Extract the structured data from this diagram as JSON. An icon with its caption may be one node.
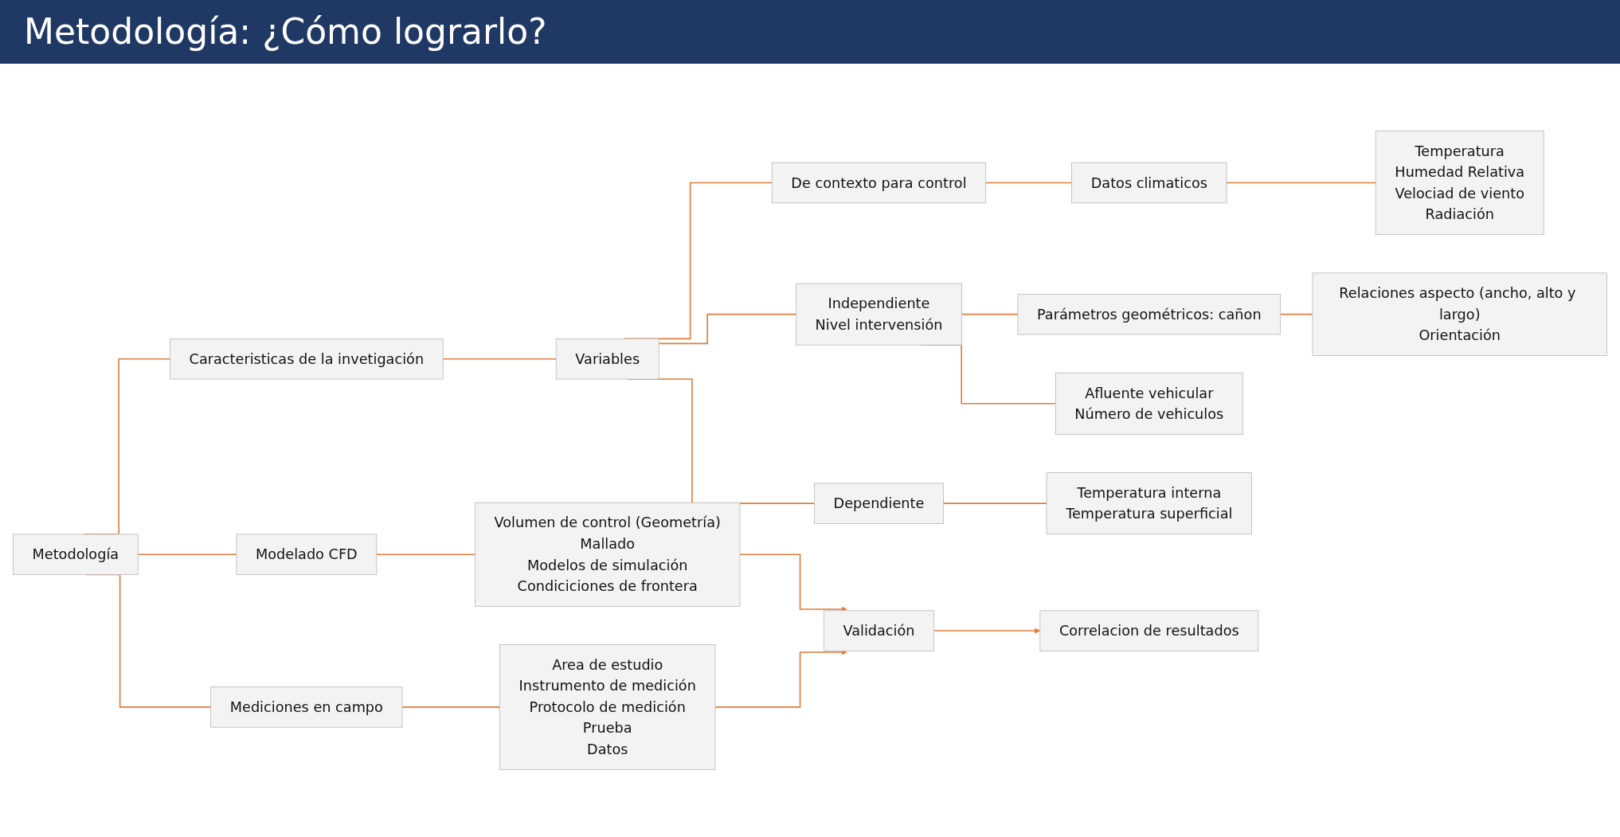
{
  "diagram": {
    "title": "Metodología: ¿Cómo lograrlo?",
    "nodes": [
      {
        "text": [
          "Metodología"
        ]
      },
      {
        "text": [
          "Caracteristicas de la invetigación"
        ]
      },
      {
        "text": [
          "Variables"
        ]
      },
      {
        "text": [
          "De contexto para control"
        ]
      },
      {
        "text": [
          "Datos climaticos"
        ]
      },
      {
        "text": [
          "Temperatura",
          "Humedad Relativa",
          "Velociad de viento",
          "Radiación"
        ]
      },
      {
        "text": [
          "Independiente",
          "Nivel intervensión"
        ]
      },
      {
        "text": [
          "Parámetros geométricos: cañon"
        ]
      },
      {
        "text": [
          "Relaciones aspecto (ancho, alto y largo)",
          "Orientación"
        ]
      },
      {
        "text": [
          "Afluente vehicular",
          "Número de vehiculos"
        ]
      },
      {
        "text": [
          "Dependiente"
        ]
      },
      {
        "text": [
          "Temperatura interna",
          "Temperatura superficial"
        ]
      },
      {
        "text": [
          "Modelado CFD"
        ]
      },
      {
        "text": [
          "Volumen de control (Geometría)",
          "Mallado",
          "Modelos de simulación",
          "Condiciciones de frontera"
        ]
      },
      {
        "text": [
          "Mediciones en campo"
        ]
      },
      {
        "text": [
          "Area de estudio",
          "Instrumento de medición",
          "Protocolo de medición",
          "Prueba",
          "Datos"
        ]
      },
      {
        "text": [
          "Validación"
        ]
      },
      {
        "text": [
          "Correlacion de resultados"
        ]
      }
    ],
    "edges": [
      {
        "from": 0,
        "to": 1,
        "arrow": "none"
      },
      {
        "from": 0,
        "to": 12,
        "arrow": "none"
      },
      {
        "from": 0,
        "to": 14,
        "arrow": "none"
      },
      {
        "from": 1,
        "to": 2,
        "arrow": "none"
      },
      {
        "from": 2,
        "to": 3,
        "arrow": "none"
      },
      {
        "from": 2,
        "to": 6,
        "arrow": "none"
      },
      {
        "from": 2,
        "to": 10,
        "arrow": "none"
      },
      {
        "from": 3,
        "to": 4,
        "arrow": "none"
      },
      {
        "from": 4,
        "to": 5,
        "arrow": "none"
      },
      {
        "from": 6,
        "to": 7,
        "arrow": "none"
      },
      {
        "from": 6,
        "to": 9,
        "arrow": "none"
      },
      {
        "from": 7,
        "to": 8,
        "arrow": "none"
      },
      {
        "from": 10,
        "to": 11,
        "arrow": "none"
      },
      {
        "from": 12,
        "to": 13,
        "arrow": "none"
      },
      {
        "from": 14,
        "to": 15,
        "arrow": "none"
      },
      {
        "from": 13,
        "to": 16,
        "arrow": "to"
      },
      {
        "from": 15,
        "to": 16,
        "arrow": "to"
      },
      {
        "from": 16,
        "to": 17,
        "arrow": "to"
      }
    ]
  }
}
